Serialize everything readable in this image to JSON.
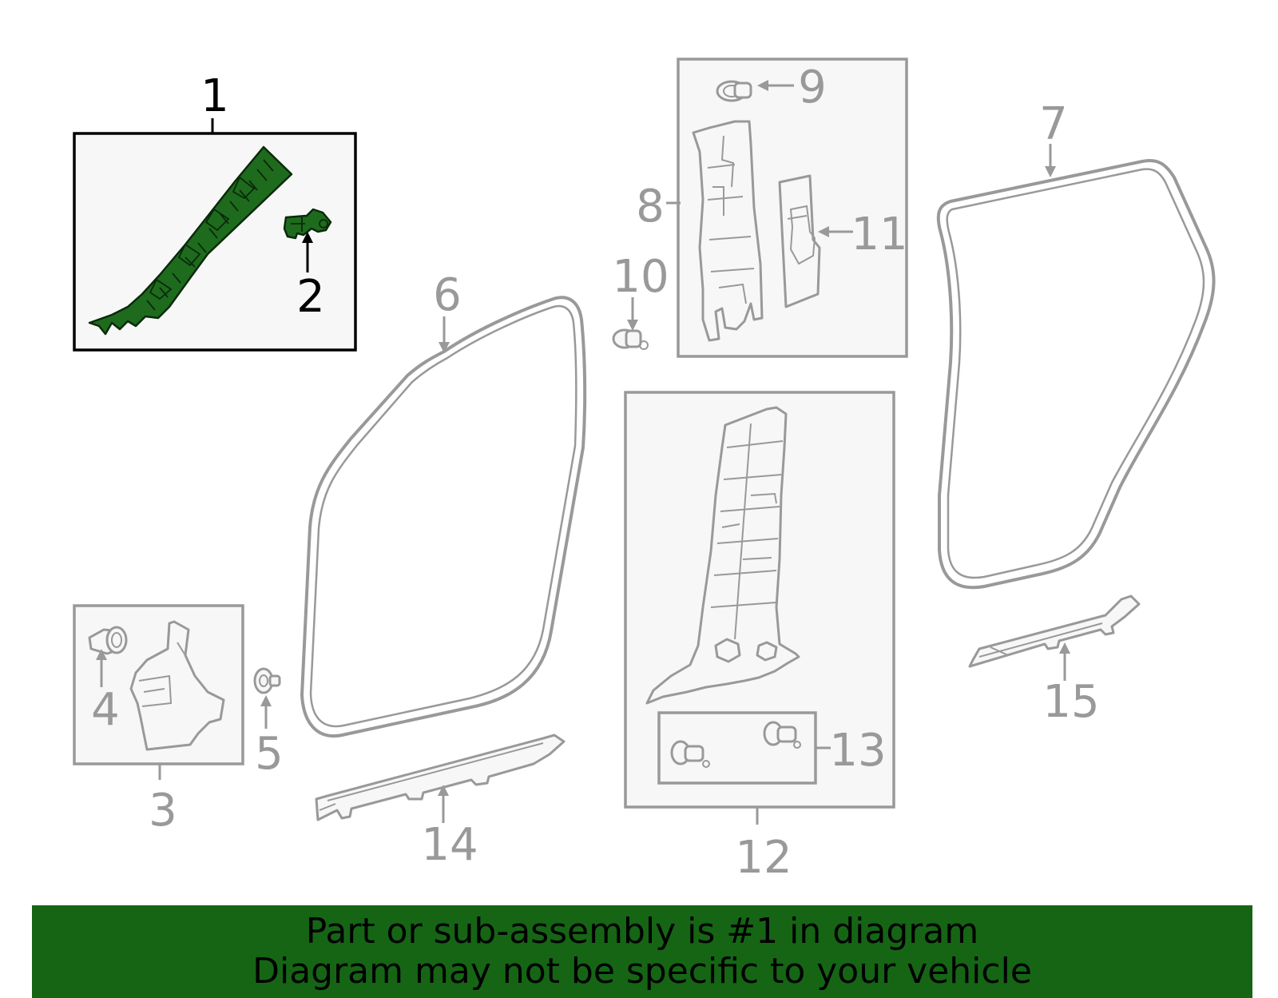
{
  "callouts": {
    "c1": "1",
    "c2": "2",
    "c3": "3",
    "c4": "4",
    "c5": "5",
    "c6": "6",
    "c7": "7",
    "c8": "8",
    "c9": "9",
    "c10": "10",
    "c11": "11",
    "c12": "12",
    "c13": "13",
    "c14": "14",
    "c15": "15"
  },
  "highlighted_part": "1",
  "colors": {
    "highlight_fill": "#1e6b1e",
    "banner": "#156515",
    "line_gray": "#999999",
    "highlight_text": "#000000"
  },
  "footer": {
    "line1": "Part or sub-assembly is #1 in diagram",
    "line2": "Diagram may not be specific to your vehicle"
  }
}
